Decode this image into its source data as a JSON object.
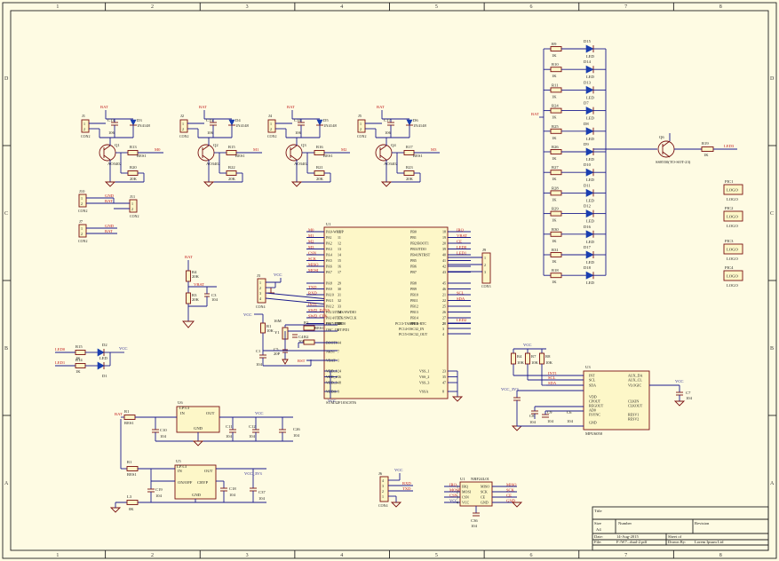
{
  "frame": {
    "cols": [
      "1",
      "2",
      "3",
      "4",
      "5",
      "6",
      "7",
      "8"
    ],
    "rows": [
      "D",
      "C",
      "B",
      "A"
    ]
  },
  "title_block": {
    "title": "Title",
    "size_label": "Size",
    "size": "A4",
    "number_label": "Number",
    "revision_label": "Revision",
    "date_label": "Date:",
    "date": "14-Aug-2015",
    "file_label": "File:",
    "file": "F:\\W7...dual-2.pdf",
    "sheet_label": "Sheet of",
    "drawn_label": "Drawn By:",
    "drawn": "Lorem Ipsum Ltd"
  },
  "mcu": {
    "ref": "U1",
    "part": "STM32F103C8T6",
    "left_pins": [
      {
        "name": "PA0-WKUP",
        "num": "10",
        "net": "M0"
      },
      {
        "name": "PA1",
        "num": "11",
        "net": "M1"
      },
      {
        "name": "PA2",
        "num": "12",
        "net": "M2"
      },
      {
        "name": "PA3",
        "num": "13",
        "net": "M3"
      },
      {
        "name": "PA4",
        "num": "14",
        "net": "CSN"
      },
      {
        "name": "PA5",
        "num": "15",
        "net": "SCK"
      },
      {
        "name": "PA6",
        "num": "16",
        "net": "MISO"
      },
      {
        "name": "PA7",
        "num": "17",
        "net": "MOSI"
      },
      {
        "name": "PA8",
        "num": "29",
        "net": ""
      },
      {
        "name": "PA9",
        "num": "30",
        "net": "TXD"
      },
      {
        "name": "PA10",
        "num": "31",
        "net": "RXD"
      },
      {
        "name": "PA11",
        "num": "32",
        "net": ""
      },
      {
        "name": "PA12",
        "num": "33",
        "net": "INT1"
      },
      {
        "name": "PA13/JTMS/SWDIO",
        "num": "34",
        "net": "SWD_DATA"
      },
      {
        "name": "PA14/JTCK/SWCLK",
        "num": "37",
        "net": "SWD_CLK"
      },
      {
        "name": "PA15/JTDI",
        "num": "38",
        "net": ""
      }
    ],
    "right_pins": [
      {
        "name": "PB0",
        "num": "18",
        "net": "IRQ"
      },
      {
        "name": "PB1",
        "num": "19",
        "net": "VBAT"
      },
      {
        "name": "PB2/BOOT1",
        "num": "20",
        "net": "CE"
      },
      {
        "name": "PB3/JTDO",
        "num": "39",
        "net": "LED0"
      },
      {
        "name": "PB4/JNTRST",
        "num": "40",
        "net": "LED1"
      },
      {
        "name": "PB5",
        "num": "41",
        "net": ""
      },
      {
        "name": "PB6",
        "num": "42",
        "net": ""
      },
      {
        "name": "PB7",
        "num": "43",
        "net": ""
      },
      {
        "name": "PB8",
        "num": "45",
        "net": ""
      },
      {
        "name": "PB9",
        "num": "46",
        "net": ""
      },
      {
        "name": "PB10",
        "num": "21",
        "net": "SCL"
      },
      {
        "name": "PB11",
        "num": "22",
        "net": "SDA"
      },
      {
        "name": "PB12",
        "num": "25",
        "net": ""
      },
      {
        "name": "PB13",
        "num": "26",
        "net": ""
      },
      {
        "name": "PB14",
        "num": "27",
        "net": ""
      },
      {
        "name": "PB15",
        "num": "28",
        "net": ""
      }
    ],
    "osc": {
      "in": "OSC_IN/PD0",
      "in_num": "5",
      "out": "OSC_OUT/PD1",
      "out_num": "6",
      "pc13": "PC13-TAMPER-RTC",
      "pc13_num": "2",
      "pc14": "PC14-OSC32_IN",
      "pc14_num": "3",
      "pc15": "PC15-OSC32_OUT",
      "pc15_num": "4",
      "led_net": "LED2"
    },
    "sys": [
      {
        "name": "BOOT0",
        "num": "44"
      },
      {
        "name": "NRST",
        "num": "7"
      },
      {
        "name": "VBAT",
        "num": "1"
      }
    ],
    "power_left": [
      {
        "name": "VDD_1",
        "num": "24"
      },
      {
        "name": "VDD_2",
        "num": "36"
      },
      {
        "name": "VDD_3",
        "num": "48"
      },
      {
        "name": "VDDA",
        "num": "9"
      }
    ],
    "power_right": [
      {
        "name": "VSS_1",
        "num": "23"
      },
      {
        "name": "VSS_2",
        "num": "35"
      },
      {
        "name": "VSS_3",
        "num": "47"
      },
      {
        "name": "VSSA",
        "num": "8"
      }
    ],
    "vcc_label": "VCC"
  },
  "motors": [
    {
      "j": "J1",
      "c": "C13",
      "d": "D3",
      "q": "Q1",
      "rg": "R13",
      "rp": "R20",
      "net": "M0",
      "cap": "106",
      "conn": "CON2"
    },
    {
      "j": "J2",
      "c": "C15",
      "d": "D4",
      "q": "Q2",
      "rg": "R15",
      "rp": "R22",
      "net": "M1",
      "cap": "106",
      "conn": "CON2"
    },
    {
      "j": "J4",
      "c": "C14",
      "d": "D5",
      "q": "Q3",
      "rg": "R16",
      "rp": "R21",
      "net": "M2",
      "cap": "106",
      "conn": "CON2"
    },
    {
      "j": "J5",
      "c": "C17",
      "d": "D6",
      "q": "Q4",
      "rg": "R17",
      "rp": "R23",
      "net": "M3",
      "cap": "106",
      "conn": "CON2"
    }
  ],
  "motor_common": {
    "bat": "BAT",
    "diode": "1N4148",
    "fet": "AO3402",
    "rg_val": "RES1",
    "rp_val": "20K"
  },
  "leds_bank": {
    "resistors": [
      "R9",
      "R10",
      "R11",
      "R24",
      "R25",
      "R26",
      "R27",
      "R28",
      "R29",
      "R30",
      "R31",
      "R18"
    ],
    "diodes": [
      "D15",
      "D14",
      "D13",
      "D7",
      "D8",
      "D9",
      "D10",
      "D11",
      "D12",
      "D16",
      "D17",
      "D18"
    ],
    "value": "1K",
    "led_label": "LED",
    "bat": "BAT"
  },
  "q_driver": {
    "ref": "Q6",
    "part": "SS8550(TO-SOT-23)",
    "r": "R19",
    "r_val": "1K",
    "net": "LED3"
  },
  "logos": [
    {
      "ref": "PIC1",
      "text": "LOGO",
      "label": "LOGO"
    },
    {
      "ref": "PIC2",
      "text": "LOGO",
      "label": "LOGO"
    },
    {
      "ref": "PIC3",
      "text": "LOGO",
      "label": "LOGO"
    },
    {
      "ref": "PIC4",
      "text": "LOGO",
      "label": "LOGO"
    }
  ],
  "headers": {
    "j10": {
      "ref": "J10",
      "conn": "CON2",
      "pins": [
        "1",
        "2"
      ],
      "nets": [
        "GND",
        "BAT"
      ]
    },
    "j11": {
      "ref": "J11",
      "conn": "CON2",
      "pins": [
        "1",
        "2"
      ]
    },
    "j7": {
      "ref": "J7",
      "conn": "CON2",
      "pins": [
        "1",
        "2"
      ],
      "nets": [
        "GND",
        "BAT"
      ]
    },
    "j9": {
      "ref": "J9",
      "conn": "CON3",
      "pins": [
        "1",
        "2",
        "3"
      ]
    },
    "swd": {
      "ref": "J3",
      "conn": "CON4",
      "pins": [
        "1",
        "2",
        "3",
        "4"
      ],
      "nets": [
        "VCC"
      ]
    },
    "uart": {
      "ref": "J6",
      "conn": "CON4",
      "pins": [
        "4",
        "3",
        "2",
        "1"
      ],
      "nets": [
        "VCC",
        "RXD",
        "TXD",
        "GND"
      ]
    }
  },
  "vbat_div": {
    "bat": "BAT",
    "r4": "R4",
    "r4v": "20K",
    "r3": "R3",
    "r3v": "20K",
    "net": "VBAT",
    "c": "C3",
    "cv": "104"
  },
  "reset": {
    "r": "R1",
    "rv": "10K",
    "c": "C1",
    "cv": "104",
    "vcc": "VCC",
    "crystal": "Y1",
    "xtal": "16M",
    "c4": "C4",
    "c5": "C5",
    "cxv": "20P",
    "boot_r": "R2",
    "boot_rv": "RES1",
    "rst": "RST"
  },
  "status_leds": {
    "r15": "R15",
    "r14": "R14",
    "rv": "1K",
    "d1": "D1",
    "d2": "D2",
    "vcc": "VCC",
    "net_top": "LED0",
    "net_bot": "LED1",
    "led": "LED"
  },
  "imu": {
    "ref": "U3",
    "part": "MPU6050",
    "left": [
      "INT",
      "SCL",
      "SDA",
      "VDD",
      "CPOUT",
      "REGOUT",
      "AD0",
      "FSYNC",
      "GND"
    ],
    "right": [
      "AUX_DA",
      "AUX_CL",
      "VLOGIC",
      "CLKIN",
      "CLKOUT",
      "RESV1",
      "RESV2"
    ],
    "resistors": [
      "R4",
      "R7",
      "R8"
    ],
    "rv": "10K",
    "nets": [
      "INT1",
      "SCL",
      "SDA"
    ],
    "caps": [
      {
        "ref": "C7",
        "v": "104"
      },
      {
        "ref": "C6",
        "v": "104"
      },
      {
        "ref": "C8",
        "v": "104"
      },
      {
        "ref": "C9",
        "v": "104"
      }
    ],
    "vcc": "VCC",
    "vcc_label": "VCC_3V3"
  },
  "reg1": {
    "ref": "U6",
    "part": "LP3.3",
    "in": "IN",
    "out": "OUT",
    "gnd": "GND",
    "bat": "BAT",
    "r": "R1",
    "rv": "RES1",
    "caps": [
      {
        "ref": "C10",
        "v": "104"
      },
      {
        "ref": "C11",
        "v": "104"
      },
      {
        "ref": "C12",
        "v": "104"
      },
      {
        "ref": "C26",
        "v": "104"
      }
    ],
    "vcc": "VCC"
  },
  "reg2": {
    "ref": "U5",
    "part": "LP3.3",
    "in": "IN",
    "out": "OUT",
    "on": "ON/OFF",
    "cbyp": "CBYP",
    "gnd": "GND",
    "r": "R1",
    "rv": "RES1",
    "r2": "L3",
    "r2v": "0K",
    "caps": [
      {
        "ref": "C19",
        "v": "104"
      },
      {
        "ref": "C18",
        "v": "104"
      },
      {
        "ref": "C37",
        "v": "104"
      }
    ],
    "vcc": "VCC_3V3"
  },
  "radio": {
    "ref": "U1",
    "part": "NRF24L01",
    "left": [
      "IRQ",
      "MOSI",
      "CSN",
      "VCC"
    ],
    "right": [
      "MISO",
      "SCK",
      "CE",
      "GND"
    ],
    "nets_left": [
      "IRQ",
      "MOSI",
      "CSN",
      "VCC"
    ],
    "nets_right": [
      "MISO",
      "SCK",
      "CE",
      "GND"
    ],
    "c": "C36",
    "cv": "104"
  }
}
